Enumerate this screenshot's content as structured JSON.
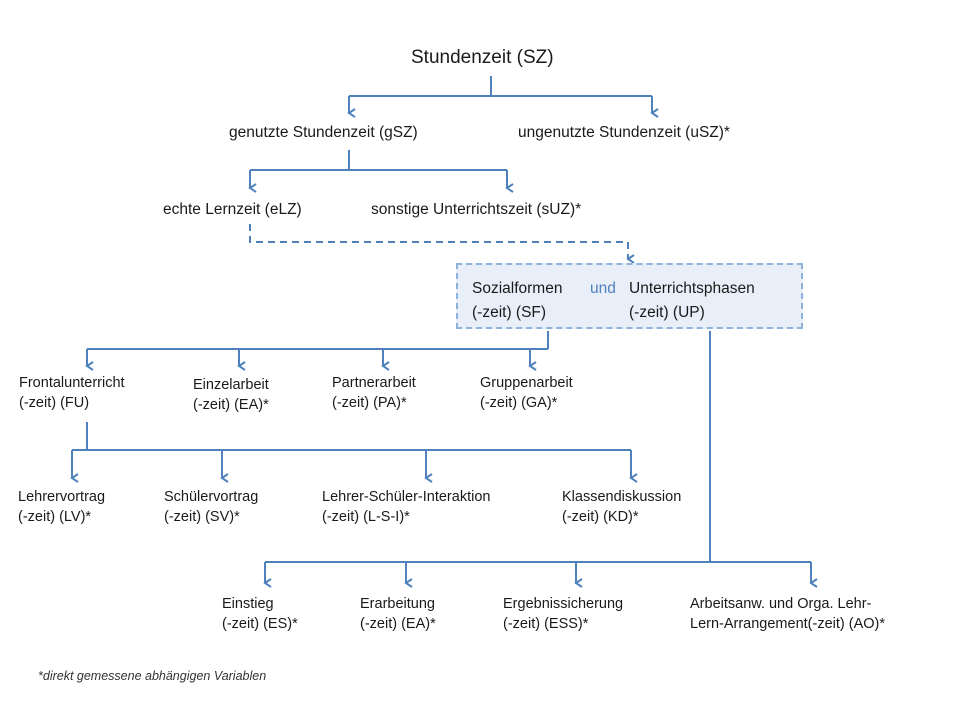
{
  "colors": {
    "connector": "#4f81bd",
    "box_fill": "#e9eff8",
    "box_border": "#8fb2dc",
    "accent_text": "#4f81bd"
  },
  "root": "Stundenzeit (SZ)",
  "level1": {
    "left": "genutzte Stundenzeit (gSZ)",
    "right": "ungenutzte Stundenzeit (uSZ)*"
  },
  "level2": {
    "left": "echte Lernzeit (eLZ)",
    "right": "sonstige Unterrichtszeit (sUZ)*"
  },
  "box": {
    "left_line1": "Sozialformen",
    "connector_word": "und",
    "right_line1": "Unterrichtsphasen",
    "left_line2": "(-zeit) (SF)",
    "right_line2": "(-zeit) (UP)"
  },
  "sozialformen": [
    {
      "line1": "Frontalunterricht",
      "line2": "(-zeit) (FU)"
    },
    {
      "line1": "Einzelarbeit",
      "line2": "(-zeit) (EA)*"
    },
    {
      "line1": "Partnerarbeit",
      "line2": "(-zeit) (PA)*"
    },
    {
      "line1": "Gruppenarbeit",
      "line2": "(-zeit) (GA)*"
    }
  ],
  "frontal_sub": [
    {
      "line1": "Lehrervortrag",
      "line2": "(-zeit) (LV)*"
    },
    {
      "line1": "Schülervortrag",
      "line2": "(-zeit) (SV)*"
    },
    {
      "line1": "Lehrer-Schüler-Interaktion",
      "line2": "(-zeit) (L-S-I)*"
    },
    {
      "line1": "Klassendiskussion",
      "line2": "(-zeit) (KD)*"
    }
  ],
  "phasen": [
    {
      "line1": "Einstieg",
      "line2": "(-zeit) (ES)*"
    },
    {
      "line1": "Erarbeitung",
      "line2": "(-zeit) (EA)*"
    },
    {
      "line1": "Ergebnissicherung",
      "line2": "(-zeit) (ESS)*"
    },
    {
      "line1": "Arbeitsanw. und Orga. Lehr-",
      "line2": "Lern-Arrangement(-zeit) (AO)*"
    }
  ],
  "footnote": "*direkt gemessene abhängigen Variablen"
}
